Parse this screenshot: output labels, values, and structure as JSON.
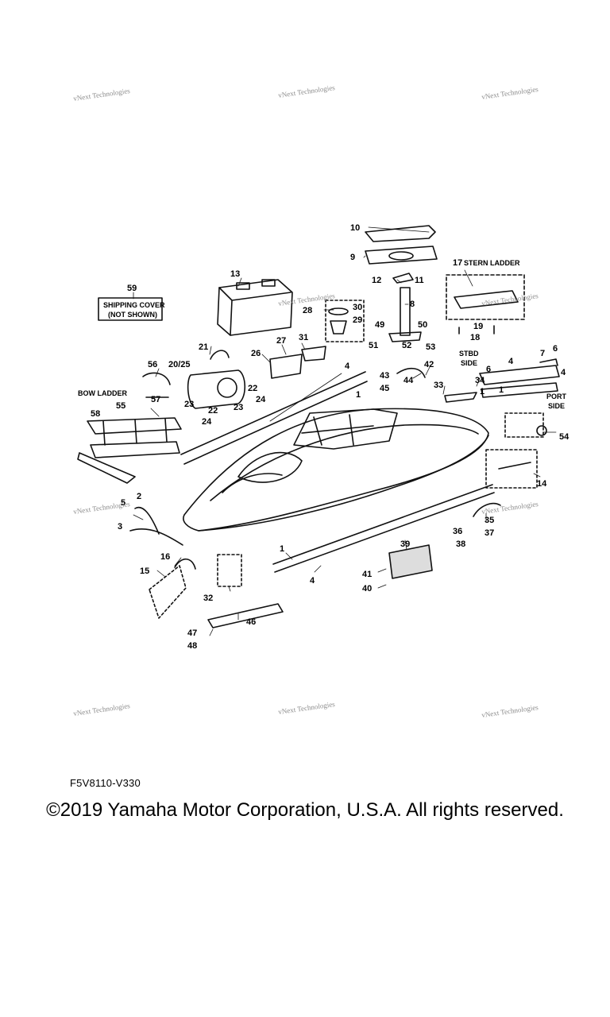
{
  "watermark": "vNext Technologies",
  "labels": {
    "stern_ladder": "STERN LADDER",
    "bow_ladder": "BOW LADDER",
    "stbd_side_1": "STBD",
    "stbd_side_2": "SIDE",
    "port_side_1": "PORT",
    "port_side_2": "SIDE",
    "cover_line1": "SHIPPING COVER",
    "cover_line2": "(NOT SHOWN)"
  },
  "callouts": [
    "10",
    "9",
    "12",
    "11",
    "8",
    "49",
    "50",
    "51",
    "52",
    "53",
    "13",
    "17",
    "19",
    "18",
    "59",
    "28",
    "30",
    "29",
    "31",
    "27",
    "26",
    "21",
    "20/25",
    "56",
    "57",
    "22",
    "23",
    "24",
    "4",
    "1",
    "43",
    "44",
    "45",
    "42",
    "33",
    "34",
    "7",
    "6",
    "4",
    "1",
    "54",
    "55",
    "58",
    "5",
    "2",
    "3",
    "14",
    "16",
    "15",
    "32",
    "39",
    "41",
    "40",
    "1",
    "4",
    "35",
    "36",
    "37",
    "38",
    "46",
    "47",
    "48",
    "22",
    "24",
    "23",
    "6",
    "1"
  ],
  "footer": {
    "part_code": "F5V8110-V330",
    "copyright": "©2019 Yamaha Motor Corporation, U.S.A. All rights reserved."
  }
}
